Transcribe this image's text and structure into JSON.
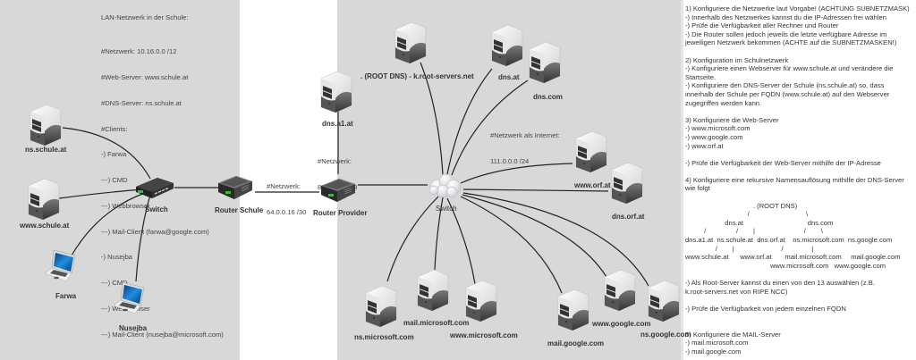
{
  "lan_notes": {
    "title": "LAN-Netzwerk in der Schule:",
    "lines": [
      "#Netzwerk: 10.16.0.0 /12",
      "#Web-Server: www.schule.at",
      "#DNS-Server: ns.schule.at",
      "#Clients:",
      "-) Farwa",
      "---) CMD",
      "---) Webbrowser",
      "---) Mail-Client (farwa@google.com)",
      "-) Nusejba",
      "---) CMD",
      "---) Webbrowser",
      "---) Mail-Client (nusejba@microsoft.com)"
    ]
  },
  "network_notes": {
    "router_link": [
      "#Netzwerk:",
      "64.0.0.16 /30"
    ],
    "provider_net": [
      "#Netzwerk:",
      "88.0.0.64 /28"
    ],
    "internet_net": [
      "#Netzwerk als Internet:",
      "111.0.0.0 /24"
    ]
  },
  "nodes": {
    "ns_schule": {
      "label": "ns.schule.at",
      "icon": "server-icon"
    },
    "www_schule": {
      "label": "www.schule.at",
      "icon": "server-icon"
    },
    "switch_school": {
      "label": "Switch",
      "icon": "switch-icon"
    },
    "farwa": {
      "label": "Farwa",
      "icon": "laptop-icon"
    },
    "nusejba": {
      "label": "Nusejba",
      "icon": "laptop-icon"
    },
    "router_schule": {
      "label": "Router Schule",
      "icon": "router-icon"
    },
    "router_provider": {
      "label": "Router Provider",
      "icon": "router-icon"
    },
    "dns_a1": {
      "label": "dns.a1.at",
      "icon": "server-icon"
    },
    "root_dns": {
      "label": ". (ROOT DNS) - k.root-servers.net",
      "icon": "server-icon"
    },
    "dns_at": {
      "label": "dns.at",
      "icon": "server-icon"
    },
    "dns_com": {
      "label": "dns.com",
      "icon": "server-icon"
    },
    "cloud_switch": {
      "label": "Switch",
      "icon": "cloud-icon"
    },
    "www_orf": {
      "label": "www.orf.at",
      "icon": "server-icon"
    },
    "dns_orf": {
      "label": "dns.orf.at",
      "icon": "server-icon"
    },
    "ns_microsoft": {
      "label": "ns.microsoft.com",
      "icon": "server-icon"
    },
    "mail_microsoft": {
      "label": "mail.microsoft.com",
      "icon": "server-icon"
    },
    "www_microsoft": {
      "label": "www.microsoft.com",
      "icon": "server-icon"
    },
    "mail_google": {
      "label": "mail.google.com",
      "icon": "server-icon"
    },
    "www_google": {
      "label": "www.google.com",
      "icon": "server-icon"
    },
    "ns_google": {
      "label": "ns.google.com",
      "icon": "server-icon"
    }
  },
  "tasks": [
    "1) Konfiguriere die Netzwerke laut Vorgabe! (ACHTUNG SUBNETZMASK)",
    "-) Innerhalb des Netzwerkes kannst du die IP-Adressen frei wählen",
    "-) Prüfe die Verfügbarkeit aller Rechner und Router",
    "-) Die Router sollen jedoch jeweils die letzte verfügbare Adresse im",
    "jeweiligen Netzwerk bekommen (ACHTE auf die SUBNETZMASKEN!)",
    "",
    "2) Konfiguration im Schulnetzwerk",
    "-) Konfiguriere einen Webserver für www.schule.at und verändere die",
    "Startseite.",
    "-) Konfiguriere den DNS-Server der Schule (ns.schule.at) so, dass",
    "innerhalb der Schule per FQDN (www.schule.at) auf den Webserver",
    "zugegriffen werden kann.",
    "",
    "3) Konfiguriere die Web-Server",
    "-) www.microsoft.com",
    "-) www.google.com",
    "-) www.orf.at",
    "",
    "-) Prüfe die Verfügbarkeit der Web-Server mithilfe der IP-Adresse",
    "",
    "4) Konfiguriere eine rekursive Namensauflösung mithilfe der DNS-Server",
    "wie folgt",
    "",
    "                                    . (ROOT DNS)",
    "                                 /                              \\",
    "                     dns.at                                  dns.com",
    "          /                /        |                          /        \\",
    "dns.a1.at  ns.schule.at  dns.orf.at    ns.microsoft.com  ns.google.com",
    "                /        |                         /               |",
    "www.schule.at      www.orf.at       mail.microsoft.com     mail.google.com",
    "                                             www.microsoft.com   www.google.com",
    "",
    "-) Als Root-Server kannst du einen von den 13 auswählen (z.B.",
    "k.root-servers.net von RIPE NCC)",
    "",
    "-) Prüfe die Verfügbarkeit von jedem einzelnen FQDN",
    "",
    "",
    "5) Konfiguriere die MAIL-Server",
    "-) mail.microsoft.com",
    "-) mail.google.com"
  ],
  "colors": {
    "panel_gray": "#d8d8d8",
    "laptop_screen": "#1f8fe0",
    "link": "#222222"
  }
}
